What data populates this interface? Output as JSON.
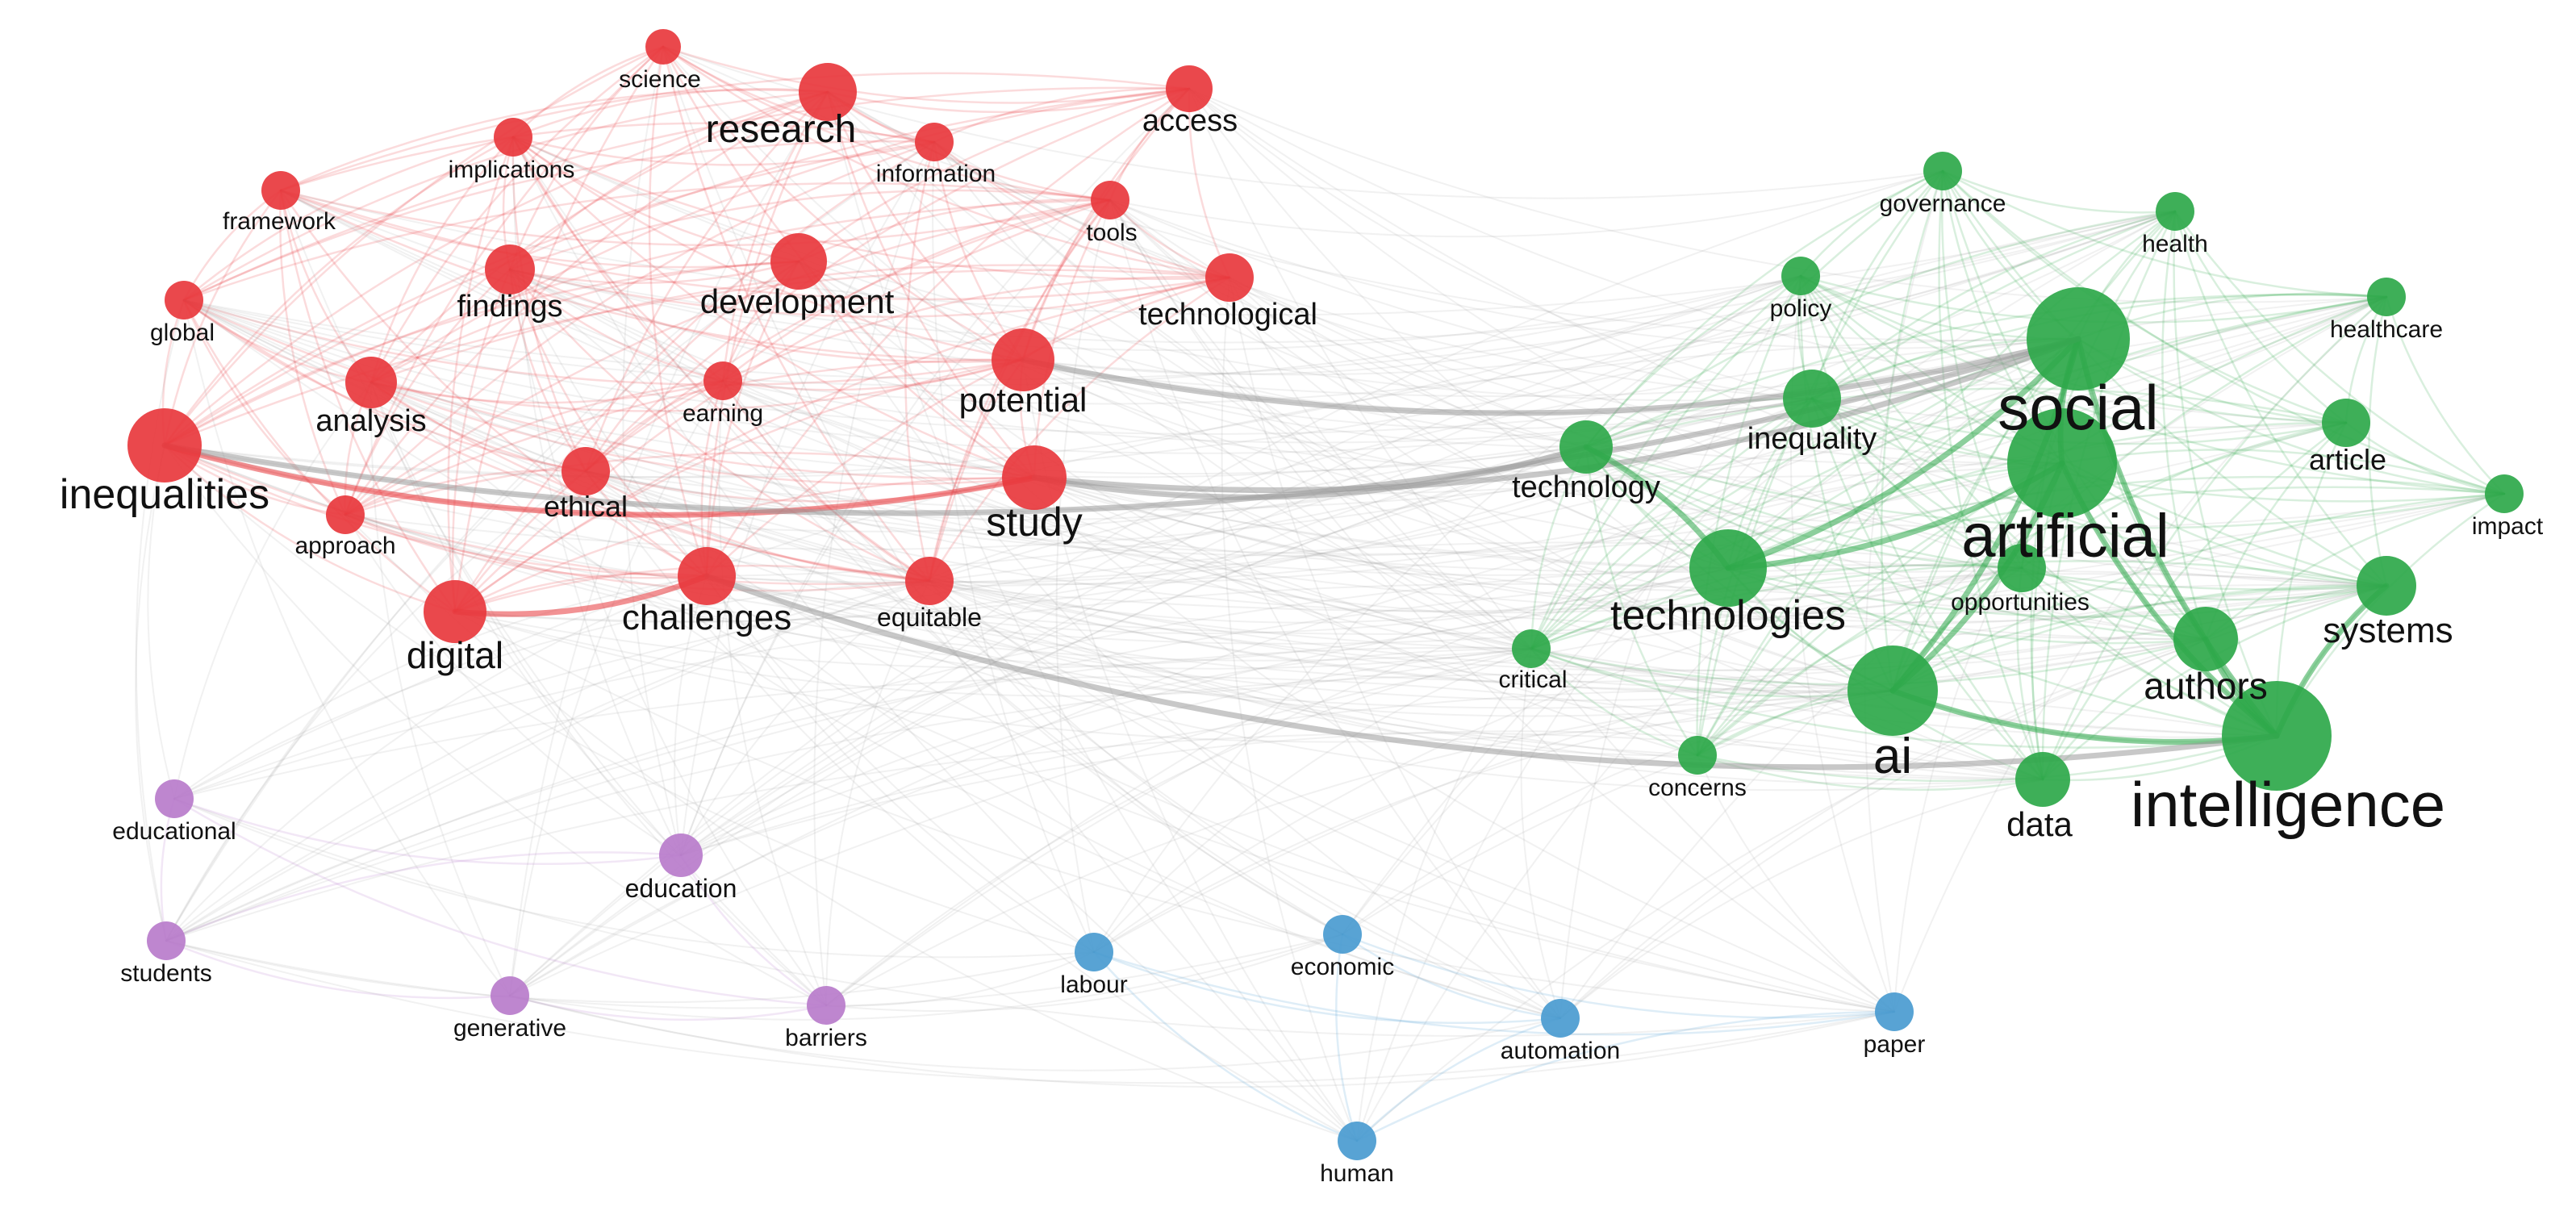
{
  "colors": {
    "red": "#e8383d",
    "green": "#2ea84a",
    "blue": "#4a9bd0",
    "purple": "#b97ccb",
    "gray": "#9a9a9a"
  },
  "nodes": [
    {
      "id": "science",
      "label": "science",
      "cluster": "red"
    },
    {
      "id": "research",
      "label": "research",
      "cluster": "red"
    },
    {
      "id": "access",
      "label": "access",
      "cluster": "red"
    },
    {
      "id": "implications",
      "label": "implications",
      "cluster": "red"
    },
    {
      "id": "information",
      "label": "information",
      "cluster": "red"
    },
    {
      "id": "framework",
      "label": "framework",
      "cluster": "red"
    },
    {
      "id": "tools",
      "label": "tools",
      "cluster": "red"
    },
    {
      "id": "findings",
      "label": "findings",
      "cluster": "red"
    },
    {
      "id": "development",
      "label": "development",
      "cluster": "red"
    },
    {
      "id": "technological",
      "label": "technological",
      "cluster": "red"
    },
    {
      "id": "global",
      "label": "global",
      "cluster": "red"
    },
    {
      "id": "analysis",
      "label": "analysis",
      "cluster": "red"
    },
    {
      "id": "earning",
      "label": "earning",
      "cluster": "red"
    },
    {
      "id": "potential",
      "label": "potential",
      "cluster": "red"
    },
    {
      "id": "inequalities",
      "label": "inequalities",
      "cluster": "red"
    },
    {
      "id": "ethical",
      "label": "ethical",
      "cluster": "red"
    },
    {
      "id": "study",
      "label": "study",
      "cluster": "red"
    },
    {
      "id": "approach",
      "label": "approach",
      "cluster": "red"
    },
    {
      "id": "challenges",
      "label": "challenges",
      "cluster": "red"
    },
    {
      "id": "equitable",
      "label": "equitable",
      "cluster": "red"
    },
    {
      "id": "digital",
      "label": "digital",
      "cluster": "red"
    },
    {
      "id": "governance",
      "label": "governance",
      "cluster": "green"
    },
    {
      "id": "health",
      "label": "health",
      "cluster": "green"
    },
    {
      "id": "policy",
      "label": "policy",
      "cluster": "green"
    },
    {
      "id": "healthcare",
      "label": "healthcare",
      "cluster": "green"
    },
    {
      "id": "social",
      "label": "social",
      "cluster": "green"
    },
    {
      "id": "inequality",
      "label": "inequality",
      "cluster": "green"
    },
    {
      "id": "article",
      "label": "article",
      "cluster": "green"
    },
    {
      "id": "technology",
      "label": "technology",
      "cluster": "green"
    },
    {
      "id": "impact",
      "label": "impact",
      "cluster": "green"
    },
    {
      "id": "artificial",
      "label": "artificial",
      "cluster": "green"
    },
    {
      "id": "technologies",
      "label": "technologies",
      "cluster": "green"
    },
    {
      "id": "opportunities",
      "label": "opportunities",
      "cluster": "green"
    },
    {
      "id": "systems",
      "label": "systems",
      "cluster": "green"
    },
    {
      "id": "critical",
      "label": "critical",
      "cluster": "green"
    },
    {
      "id": "authors",
      "label": "authors",
      "cluster": "green"
    },
    {
      "id": "ai",
      "label": "ai",
      "cluster": "green"
    },
    {
      "id": "concerns",
      "label": "concerns",
      "cluster": "green"
    },
    {
      "id": "data",
      "label": "data",
      "cluster": "green"
    },
    {
      "id": "intelligence",
      "label": "intelligence",
      "cluster": "green"
    },
    {
      "id": "educational",
      "label": "educational",
      "cluster": "purple"
    },
    {
      "id": "education",
      "label": "education",
      "cluster": "purple"
    },
    {
      "id": "students",
      "label": "students",
      "cluster": "purple"
    },
    {
      "id": "generative",
      "label": "generative",
      "cluster": "purple"
    },
    {
      "id": "barriers",
      "label": "barriers",
      "cluster": "purple"
    },
    {
      "id": "labour",
      "label": "labour",
      "cluster": "blue"
    },
    {
      "id": "economic",
      "label": "economic",
      "cluster": "blue"
    },
    {
      "id": "automation",
      "label": "automation",
      "cluster": "blue"
    },
    {
      "id": "paper",
      "label": "paper",
      "cluster": "blue"
    },
    {
      "id": "human",
      "label": "human",
      "cluster": "blue"
    }
  ]
}
